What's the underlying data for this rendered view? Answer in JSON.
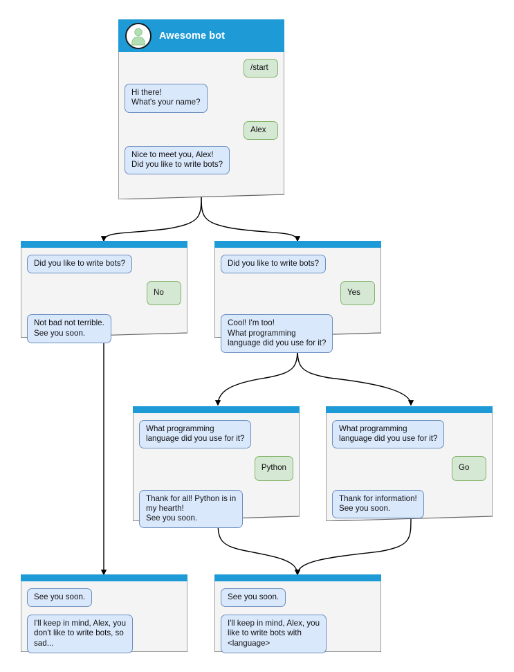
{
  "diagram": {
    "title": "Awesome bot",
    "colors": {
      "header_blue": "#1e9ad6",
      "node_body": "#f4f4f4",
      "node_border": "#666666",
      "bot_bubble_fill": "#dae8fc",
      "bot_bubble_border": "#6c8ebf",
      "user_bubble_fill": "#d5e8d4",
      "user_bubble_border": "#82b366",
      "edge": "#000000",
      "canvas": "#ffffff"
    }
  },
  "nodes": {
    "root": {
      "name": "root-chat-node",
      "title": "Awesome bot",
      "avatar_icon": "person-avatar-icon",
      "messages": [
        {
          "side": "user",
          "text": "/start"
        },
        {
          "side": "bot",
          "text": "Hi there!\nWhat's your name?"
        },
        {
          "side": "user",
          "text": "Alex"
        },
        {
          "side": "bot",
          "text": "Nice to meet you, Alex!\nDid you like to write bots?"
        }
      ]
    },
    "no_branch": {
      "name": "no-branch-node",
      "messages": [
        {
          "side": "bot",
          "text": "Did you like to write bots?"
        },
        {
          "side": "user",
          "text": "No"
        },
        {
          "side": "bot",
          "text": "Not bad not terrible.\nSee you soon."
        }
      ]
    },
    "yes_branch": {
      "name": "yes-branch-node",
      "messages": [
        {
          "side": "bot",
          "text": "Did you like to write bots?"
        },
        {
          "side": "user",
          "text": "Yes"
        },
        {
          "side": "bot",
          "text": "Cool! I'm too!\nWhat programming\nlanguage did you use for it?"
        }
      ]
    },
    "python_branch": {
      "name": "python-branch-node",
      "messages": [
        {
          "side": "bot",
          "text": "What programming\nlanguage did you use for it?"
        },
        {
          "side": "user",
          "text": "Python"
        },
        {
          "side": "bot",
          "text": "Thank for all! Python is in\nmy hearth!\nSee you soon."
        }
      ]
    },
    "go_branch": {
      "name": "go-branch-node",
      "messages": [
        {
          "side": "bot",
          "text": "What programming\nlanguage did you use for it?"
        },
        {
          "side": "user",
          "text": "Go"
        },
        {
          "side": "bot",
          "text": "Thank for information!\nSee you soon."
        }
      ]
    },
    "end_sad": {
      "name": "end-sad-node",
      "messages": [
        {
          "side": "bot",
          "text": "See you soon."
        },
        {
          "side": "bot",
          "text": "I'll keep in mind, Alex, you\ndon't like to write bots, so\nsad..."
        }
      ]
    },
    "end_happy": {
      "name": "end-happy-node",
      "messages": [
        {
          "side": "bot",
          "text": "See you soon."
        },
        {
          "side": "bot",
          "text": "I'll keep in mind, Alex, you\nlike to write bots with\n<language>"
        }
      ]
    }
  }
}
